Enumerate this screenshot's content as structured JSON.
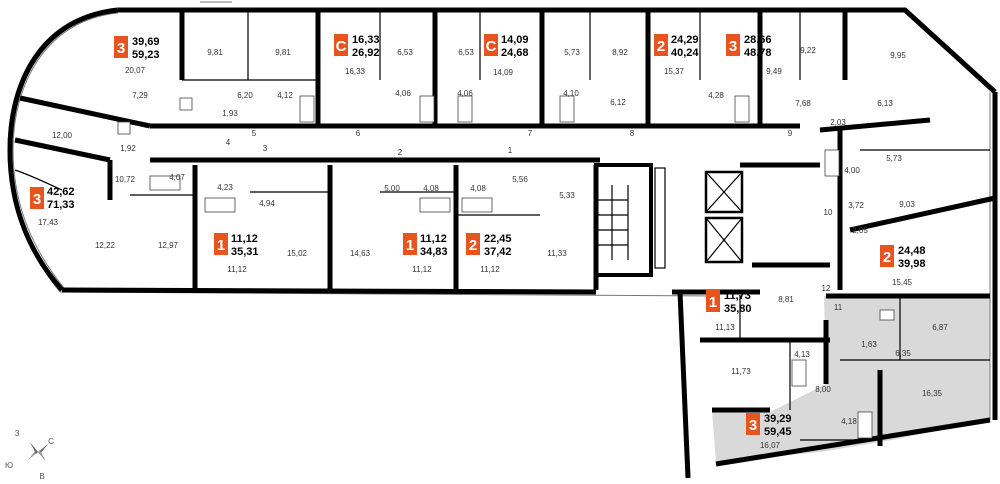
{
  "colors": {
    "badge": "#e8541e",
    "highlight": "#d9d9d9",
    "wall": "#000000"
  },
  "apartments": [
    {
      "id": "a1",
      "rooms": "3",
      "living": "39,69",
      "total": "59,23"
    },
    {
      "id": "a2",
      "rooms": "С",
      "living": "16,33",
      "total": "26,92"
    },
    {
      "id": "a3",
      "rooms": "С",
      "living": "14,09",
      "total": "24,68"
    },
    {
      "id": "a4",
      "rooms": "2",
      "living": "24,29",
      "total": "40,24"
    },
    {
      "id": "a5",
      "rooms": "3",
      "living": "28,66",
      "total": "48,78"
    },
    {
      "id": "a6",
      "rooms": "3",
      "living": "42,62",
      "total": "71,33"
    },
    {
      "id": "a7",
      "rooms": "1",
      "living": "11,12",
      "total": "35,31"
    },
    {
      "id": "a8",
      "rooms": "1",
      "living": "11,12",
      "total": "34,83"
    },
    {
      "id": "a9",
      "rooms": "2",
      "living": "22,45",
      "total": "37,42"
    },
    {
      "id": "a10",
      "rooms": "2",
      "living": "24,48",
      "total": "39,98"
    },
    {
      "id": "a11",
      "rooms": "1",
      "living": "11,73",
      "total": "35,80"
    },
    {
      "id": "a12",
      "rooms": "3",
      "living": "39,29",
      "total": "59,45"
    }
  ],
  "room_areas": [
    "20,07",
    "9,81",
    "9,81",
    "6,20",
    "4,12",
    "7,29",
    "1,93",
    "16,33",
    "6,53",
    "6,53",
    "4,06",
    "4,06",
    "5,73",
    "8,92",
    "14,09",
    "15,37",
    "4,10",
    "6,12",
    "9,22",
    "9,95",
    "9,49",
    "4,28",
    "7,68",
    "6,13",
    "12,00",
    "1,92",
    "10,72",
    "4,07",
    "4,23",
    "4,94",
    "5,00",
    "4,08",
    "4,08",
    "5,56",
    "5,33",
    "2,03",
    "5,73",
    "4,00",
    "17,43",
    "12,22",
    "12,97",
    "11,12",
    "15,02",
    "14,63",
    "11,12",
    "11,12",
    "11,33",
    "3,72",
    "9,03",
    "2,05",
    "15,45",
    "8,81",
    "11,13",
    "6,87",
    "1,63",
    "6,35",
    "4,13",
    "11,73",
    "8,00",
    "16,35",
    "4,18",
    "16,07"
  ],
  "corridor_numbers": [
    "1",
    "2",
    "3",
    "4",
    "5",
    "6",
    "7",
    "8",
    "9",
    "10",
    "11",
    "12"
  ],
  "compass": {
    "north": "С",
    "south": "Ю",
    "east": "В",
    "west": "З"
  }
}
